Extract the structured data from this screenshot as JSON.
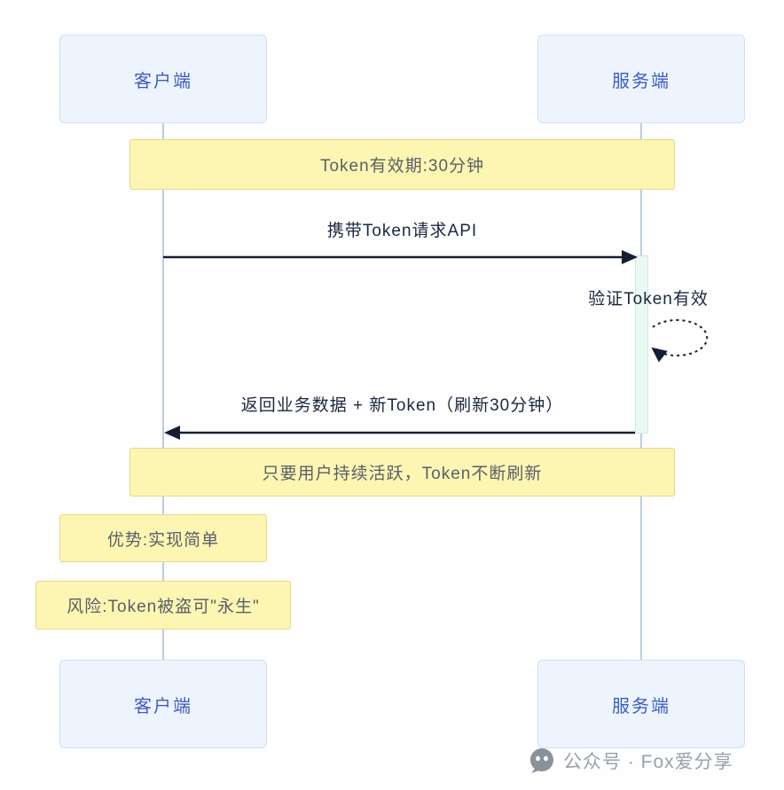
{
  "actors": {
    "client": "客户端",
    "server": "服务端"
  },
  "notes": {
    "token_validity": "Token有效期:30分钟",
    "refresh_note": "只要用户持续活跃，Token不断刷新",
    "advantage": "优势:实现简单",
    "risk": "风险:Token被盗可\"永生\""
  },
  "messages": {
    "request": "携带Token请求API",
    "verify": "验证Token有效",
    "response": "返回业务数据 + 新Token（刷新30分钟）"
  },
  "watermark": {
    "text": "公众号 · Fox爱分享"
  },
  "colors": {
    "actor_fill": "#edf4fe",
    "actor_border": "#cfe0f8",
    "actor_text": "#3d5cc4",
    "note_fill": "#fdf6b2",
    "note_border": "#e6d985",
    "note_text": "#5a6068",
    "lifeline": "#bccbe6",
    "arrow": "#141e33",
    "activation_fill": "#eafaf2",
    "activation_border": "#c9ead9",
    "watermark_text": "#9aa1a9"
  }
}
